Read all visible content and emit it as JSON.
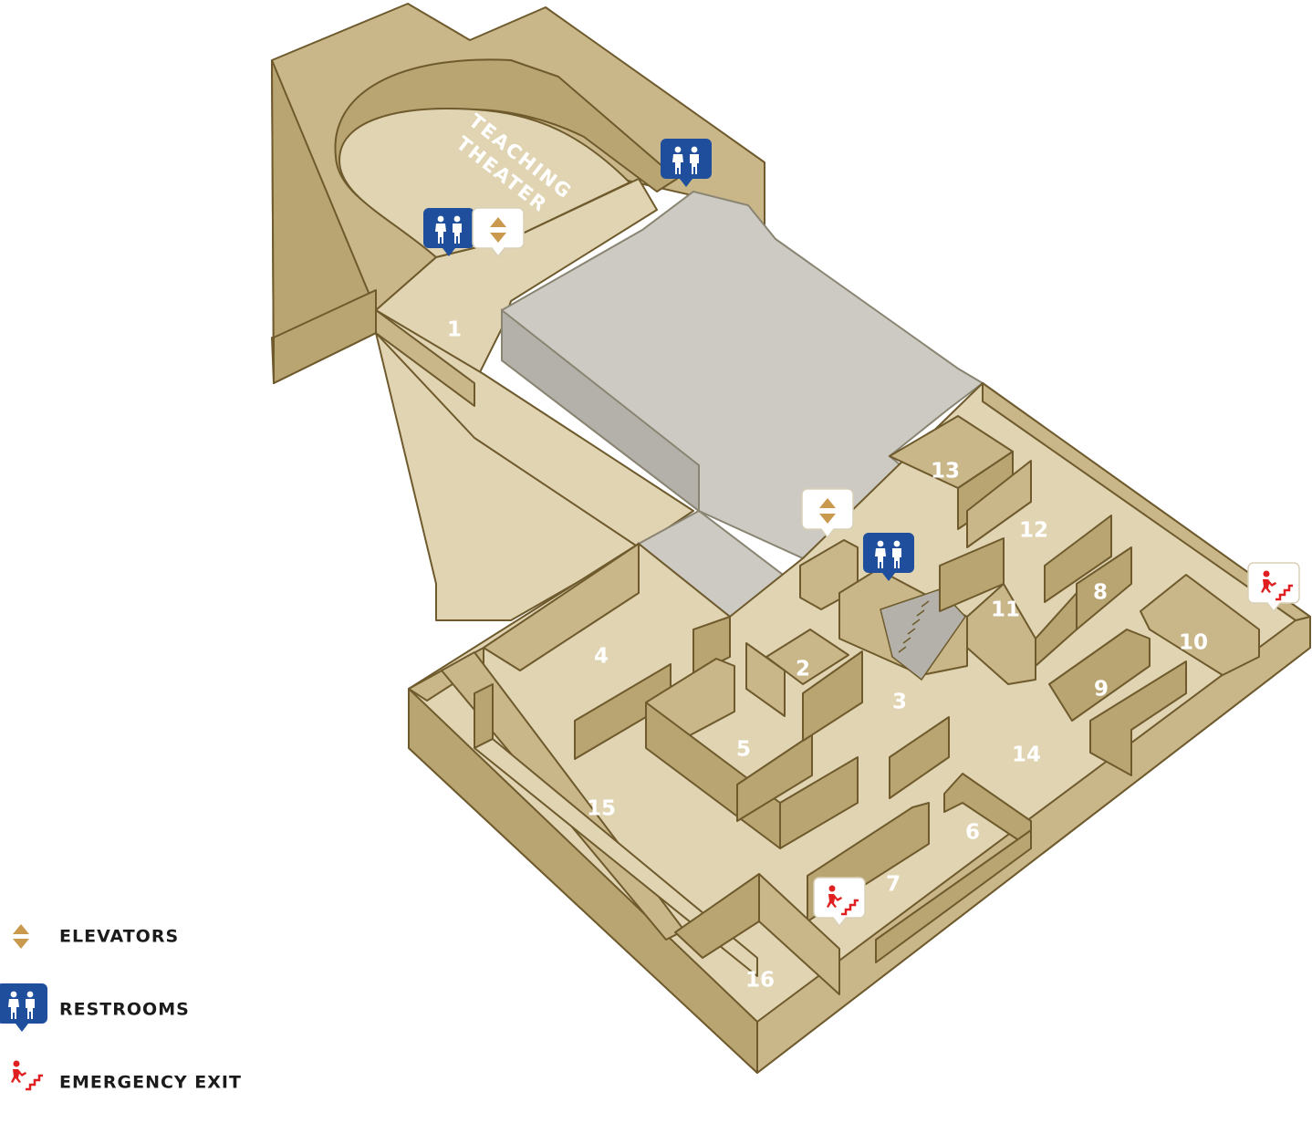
{
  "map": {
    "theater_label_line1": "TEACHING",
    "theater_label_line2": "THEATER",
    "rooms": [
      "1",
      "2",
      "3",
      "4",
      "5",
      "6",
      "7",
      "8",
      "9",
      "10",
      "11",
      "12",
      "13",
      "14",
      "15",
      "16"
    ]
  },
  "legend": {
    "elevators": "ELEVATORS",
    "restrooms": "RESTROOMS",
    "emergency_exit": "EMERGENCY EXIT"
  },
  "icons": {
    "elevator": "elevator-icon",
    "restroom": "restroom-icon",
    "exit": "emergency-exit-icon"
  },
  "colors": {
    "floor": "#e0d4b2",
    "wall": "#c9b78a",
    "gray_block": "#cccac2",
    "restroom_blue": "#1f4f9c",
    "elevator_gold": "#c99a4e",
    "exit_red": "#e02020"
  }
}
